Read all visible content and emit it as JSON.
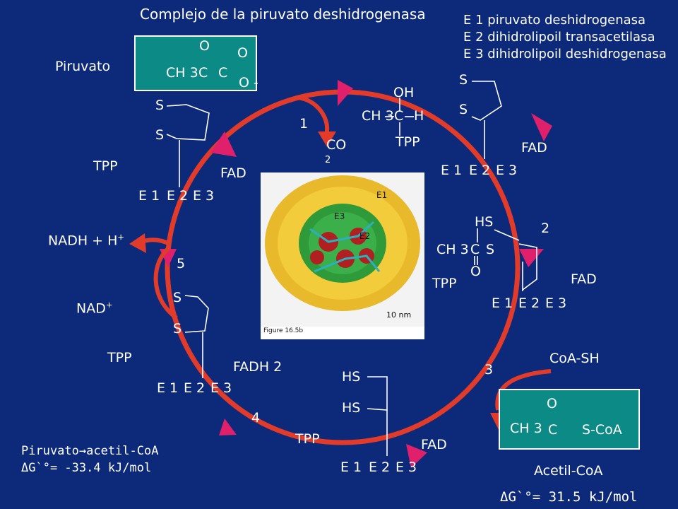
{
  "title": "Complejo de la piruvato deshidrogenasa",
  "legend": {
    "e1": "E 1 piruvato deshidrogenasa",
    "e2": "E 2 dihidrolipoil transacetilasa",
    "e3": "E 3 dihidrolipoil deshidrogenasa"
  },
  "labels": {
    "piruvato": "Piruvato",
    "tpp": "TPP",
    "fad": "FAD",
    "fadh2": "FADH 2",
    "nadh": "NADH + H+",
    "nad": "NAD+",
    "co2_a": "CO",
    "co2_b": "2",
    "oh": "OH",
    "ch3": "CH 3",
    "c": "C",
    "h": "H",
    "s": "S",
    "hs": "HS",
    "o": "O",
    "o_minus": "O -",
    "coa_sh": "CoA-SH",
    "s_coa": "S-CoA",
    "acetil_coa": "Acetil-CoA",
    "dg_left_1": "Piruvato→acetil-CoA",
    "dg_left_2": "ΔG`°= -33.4 kJ/mol",
    "dg_right": "ΔG`°= 31.5 kJ/mol"
  },
  "steps": {
    "s1": "1",
    "s2": "2",
    "s3": "3",
    "s4": "4",
    "s5": "5"
  },
  "enzymes": {
    "e1": "E 1",
    "e2": "E 2",
    "e3": "E 3"
  },
  "micrograph": {
    "e1": "E1",
    "e2": "E2",
    "e3": "E3",
    "scale": "10 nm",
    "caption": "Figure 16.5b"
  },
  "colors": {
    "background": "#0d2a7a",
    "cycle": "#e23b2a",
    "arrowhead": "#e0206a",
    "box": "#0c8a86"
  }
}
